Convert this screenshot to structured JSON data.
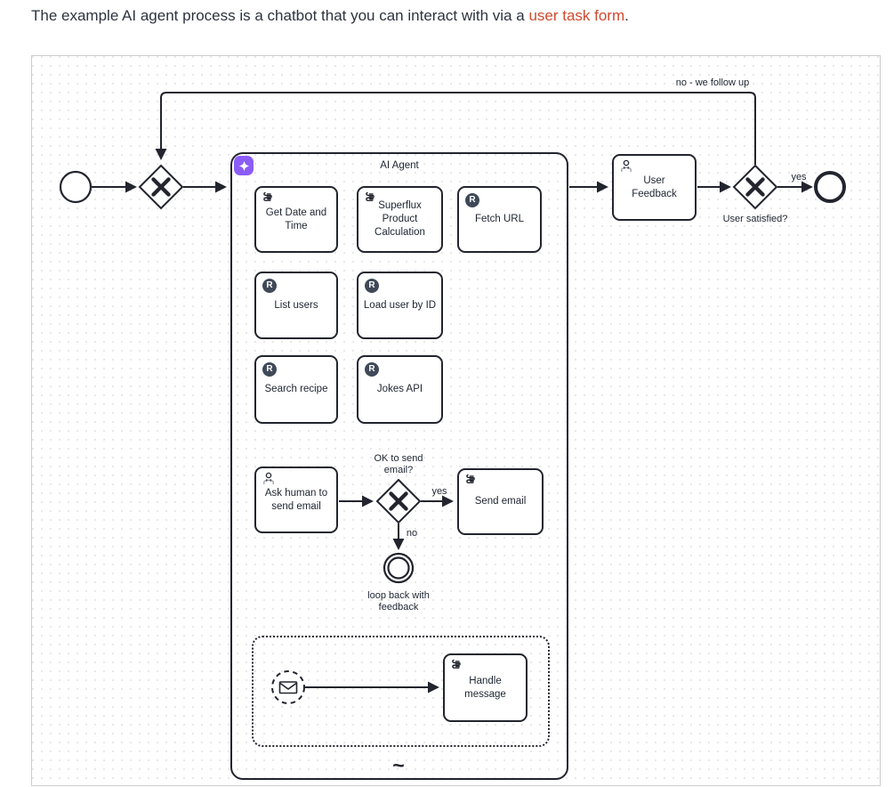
{
  "intro": {
    "text_before": "The example AI agent process is a chatbot that you can interact with via a ",
    "link_text": "user task form",
    "text_after": "."
  },
  "diagram": {
    "subprocess_title": "AI Agent",
    "adhoc_marker": "~",
    "rest_badge_letter": "R",
    "tasks": {
      "get_date_time": "Get Date and Time",
      "superflux": "Superflux Product Calculation",
      "fetch_url": "Fetch URL",
      "list_users": "List users",
      "load_user_by_id": "Load user by ID",
      "search_recipe": "Search recipe",
      "jokes_api": "Jokes API",
      "ask_human": "Ask human to send email",
      "send_email": "Send email",
      "handle_message": "Handle message",
      "user_feedback": "User Feedback"
    },
    "labels": {
      "ok_to_send_email": "OK to send email?",
      "yes_send": "yes",
      "no_send": "no",
      "loop_back": "loop back with feedback",
      "user_satisfied": "User satisfied?",
      "yes_satisfied": "yes",
      "no_follow_up": "no - we follow up"
    },
    "colors": {
      "shape_stroke": "#22242e",
      "rest_badge_bg": "#3f4959",
      "ai_badge_bg": "#8b5cf6",
      "link": "#d04a2f"
    }
  }
}
